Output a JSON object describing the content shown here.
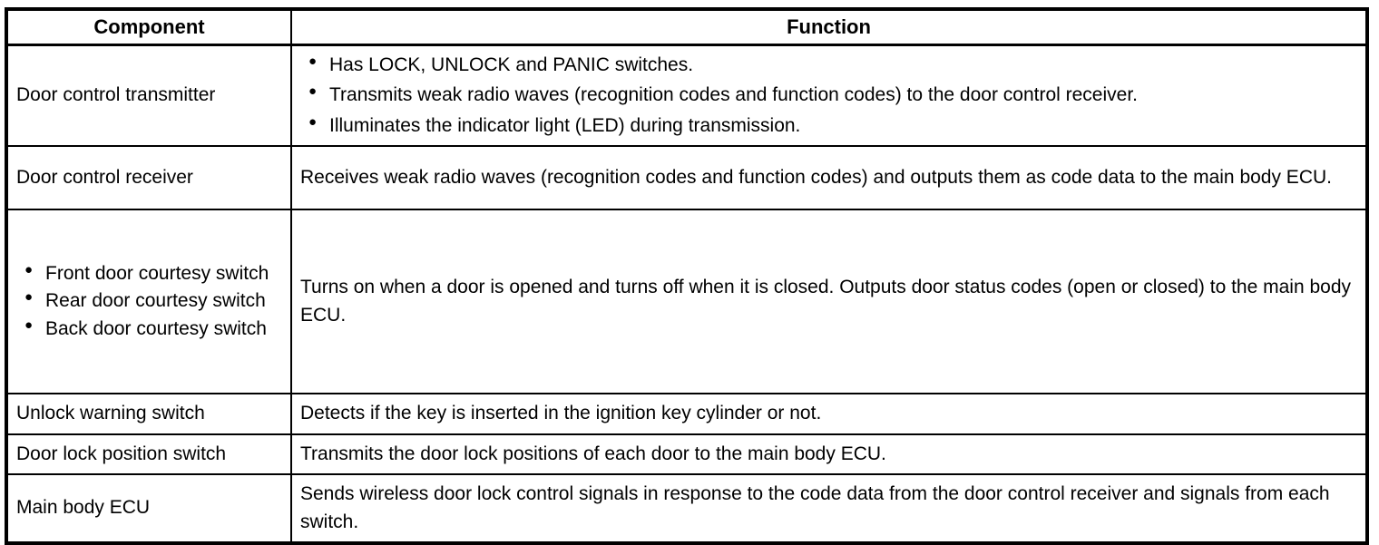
{
  "page": {
    "background_color": "#ffffff",
    "text_color": "#000000",
    "border_color": "#000000"
  },
  "icons": {
    "bullet": "●"
  },
  "table": {
    "headers": [
      "Component",
      "Function"
    ],
    "rows": [
      {
        "component": "Door control transmitter",
        "function_bullets": [
          "Has LOCK, UNLOCK and PANIC switches.",
          "Transmits weak radio waves (recognition codes and function codes) to the door control receiver.",
          "Illuminates the indicator light (LED) during transmission."
        ]
      },
      {
        "component": "Door control receiver",
        "function": "Receives weak radio waves (recognition codes and function codes) and outputs them as code data to the main body ECU."
      },
      {
        "component_bullets": [
          "Front door courtesy switch",
          "Rear door courtesy switch",
          "Back door courtesy switch"
        ],
        "function": "Turns on when a door is opened and turns off when it is closed. Outputs door status codes (open or closed) to the main body ECU."
      },
      {
        "component": "Unlock warning switch",
        "function": "Detects if the key is inserted in the ignition key cylinder or not."
      },
      {
        "component": "Door lock position switch",
        "function": "Transmits the door lock positions of each door to the main body ECU."
      },
      {
        "component": "Main body ECU",
        "function": "Sends wireless door lock control signals in response to the code data from the door control receiver and signals from each switch."
      }
    ]
  }
}
